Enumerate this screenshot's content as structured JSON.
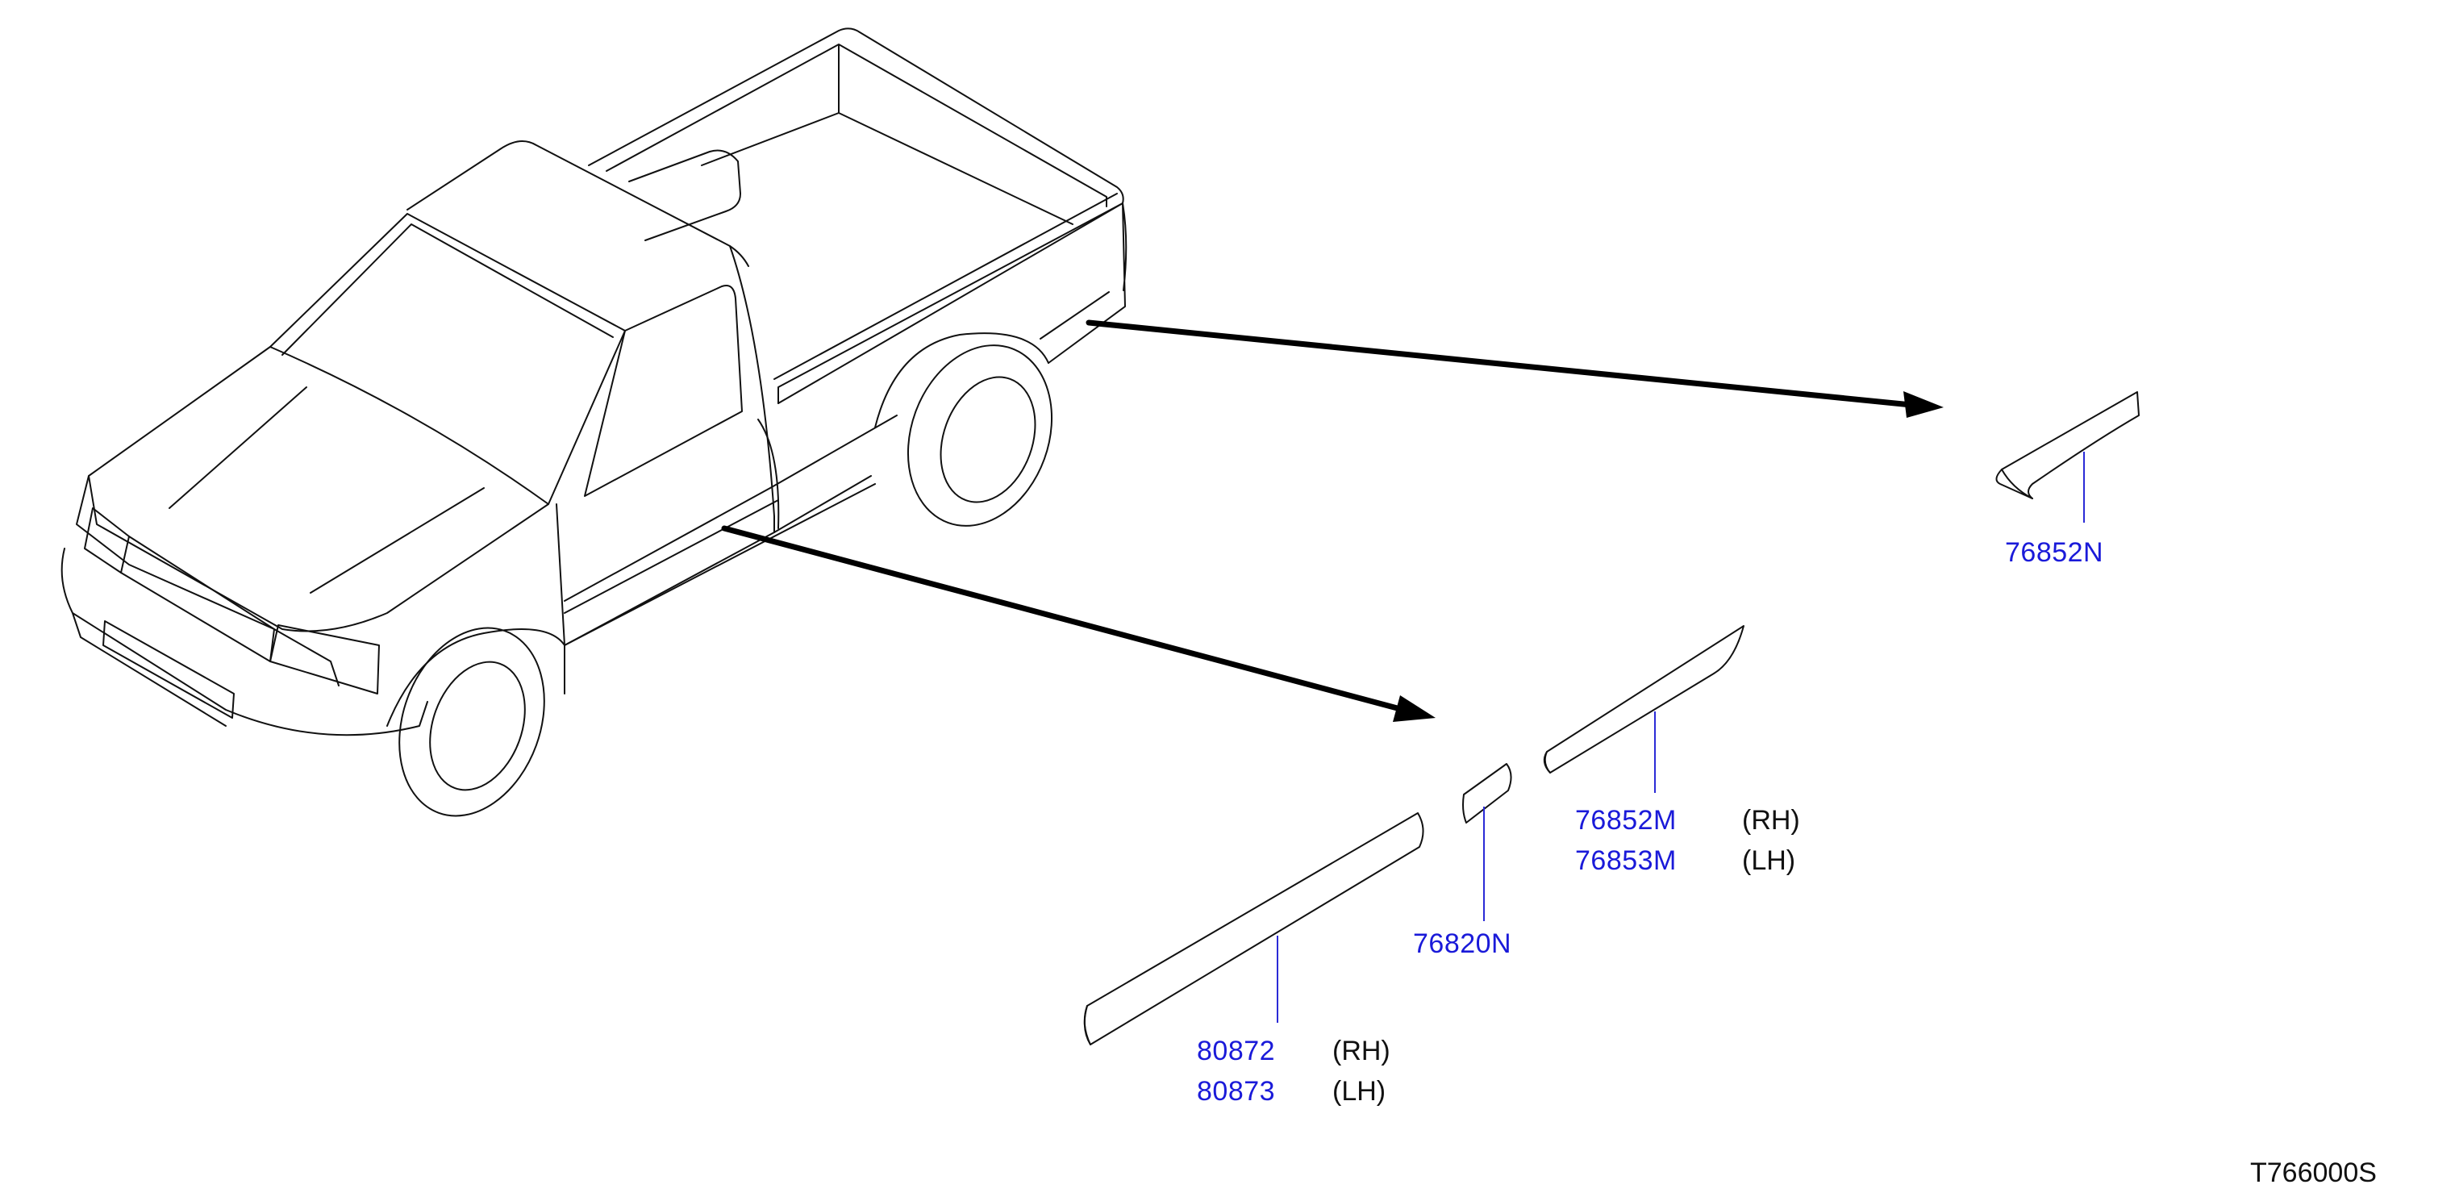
{
  "diagram": {
    "reference_code": "T766000S",
    "parts": [
      {
        "id": "p1",
        "part_number": "76852N",
        "side": ""
      },
      {
        "id": "p2a",
        "part_number": "76852M",
        "side": "(RH)"
      },
      {
        "id": "p2b",
        "part_number": "76853M",
        "side": "(LH)"
      },
      {
        "id": "p3",
        "part_number": "76820N",
        "side": ""
      },
      {
        "id": "p4a",
        "part_number": "80872",
        "side": "(RH)"
      },
      {
        "id": "p4b",
        "part_number": "80873",
        "side": "(LH)"
      }
    ]
  },
  "colors": {
    "part_number": "#1a1ad9",
    "leader_line": "#2b2bd6",
    "outline": "#111111",
    "background": "#ffffff"
  }
}
